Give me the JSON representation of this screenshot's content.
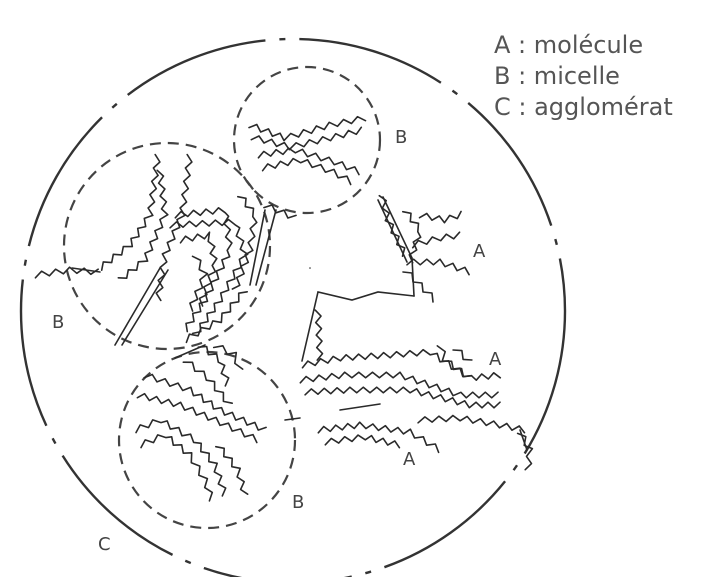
{
  "legend": {
    "a": "A : molécule",
    "b": "B : micelle",
    "c": "C : agglomérat"
  },
  "labels": {
    "a": "A",
    "b": "B",
    "c": "C"
  }
}
